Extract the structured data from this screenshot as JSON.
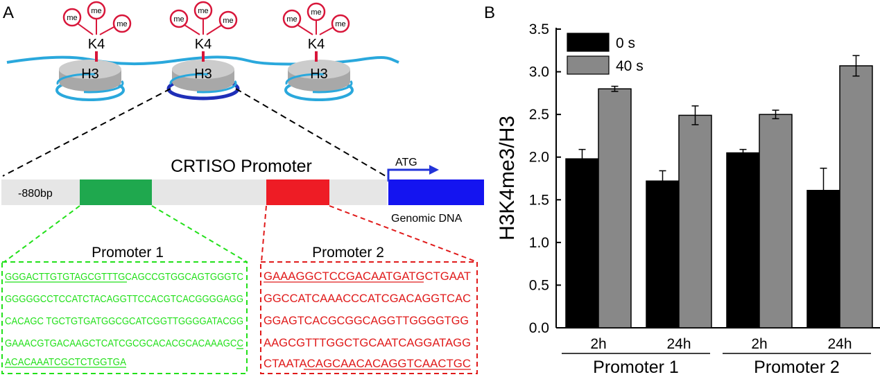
{
  "panel_a": {
    "label": "A",
    "me_label": "me",
    "k4_label": "K4",
    "h3_label": "H3",
    "promoter_title": "CRTISO Promoter",
    "bp_label": "-880bp",
    "atg_label": "ATG",
    "genomic_label": "Genomic DNA",
    "promoter1": {
      "title": "Promoter 1",
      "lines": [
        "GGGACTTGTGTAGCGTTTGCAGCCGTGGCAGTGGGTC",
        "GGGGGCCTCCATCTACAGGTTCCACGTCACGGGGAGG",
        "CACAGC TGCTGTGATGGCGCATCGGTTGGGGATACGG",
        "GAAACGTGACAAGCTCATCGCGCACACGCACAAAGCC",
        "ACACAAATCGCTCTGGTGA"
      ]
    },
    "promoter2": {
      "title": "Promoter 2",
      "lines": [
        "GAAAGGCTCCGACAATGATGCTGAAT",
        "GGCCATCAAACCCATCGACAGGTCAC",
        "GGAGTCACGCGGCAGGTTGGGGTGG",
        "AAGCGTTTGGCTGCAATCAGGATAGG",
        "CTAATACAGCAACACAGGTCAACTGC"
      ]
    },
    "colors": {
      "dna": "#2aa8dc",
      "nucleosome": "#b9b9b9",
      "methyl": "#d8163a",
      "promoter1": "#1fa84e",
      "promoter2": "#ee1c25",
      "atg": "#1f2fe0",
      "seq1": "#22e01a",
      "seq2": "#e01a1a"
    }
  },
  "chart_data": {
    "type": "bar",
    "panel_label": "B",
    "categories": [
      "2h",
      "24h",
      "2h",
      "24h"
    ],
    "groups": [
      {
        "label": "Promoter 1",
        "categories": [
          "2h",
          "24h"
        ]
      },
      {
        "label": "Promoter 2",
        "categories": [
          "2h",
          "24h"
        ]
      }
    ],
    "series": [
      {
        "name": "0 s",
        "color": "#000000",
        "values": [
          1.98,
          1.72,
          2.05,
          1.61
        ],
        "errors": [
          0.11,
          0.12,
          0.04,
          0.26
        ]
      },
      {
        "name": "40 s",
        "color": "#888888",
        "values": [
          2.8,
          2.49,
          2.5,
          3.07
        ],
        "errors": [
          0.03,
          0.11,
          0.05,
          0.12
        ]
      }
    ],
    "ylabel": "H3K4me3/H3",
    "xlabel": "",
    "ylim": [
      0,
      3.5
    ],
    "yticks": [
      "0.0",
      "0.5",
      "1.0",
      "1.5",
      "2.0",
      "2.5",
      "3.0",
      "3.5"
    ],
    "grid": false,
    "legend_position": "top-left"
  }
}
